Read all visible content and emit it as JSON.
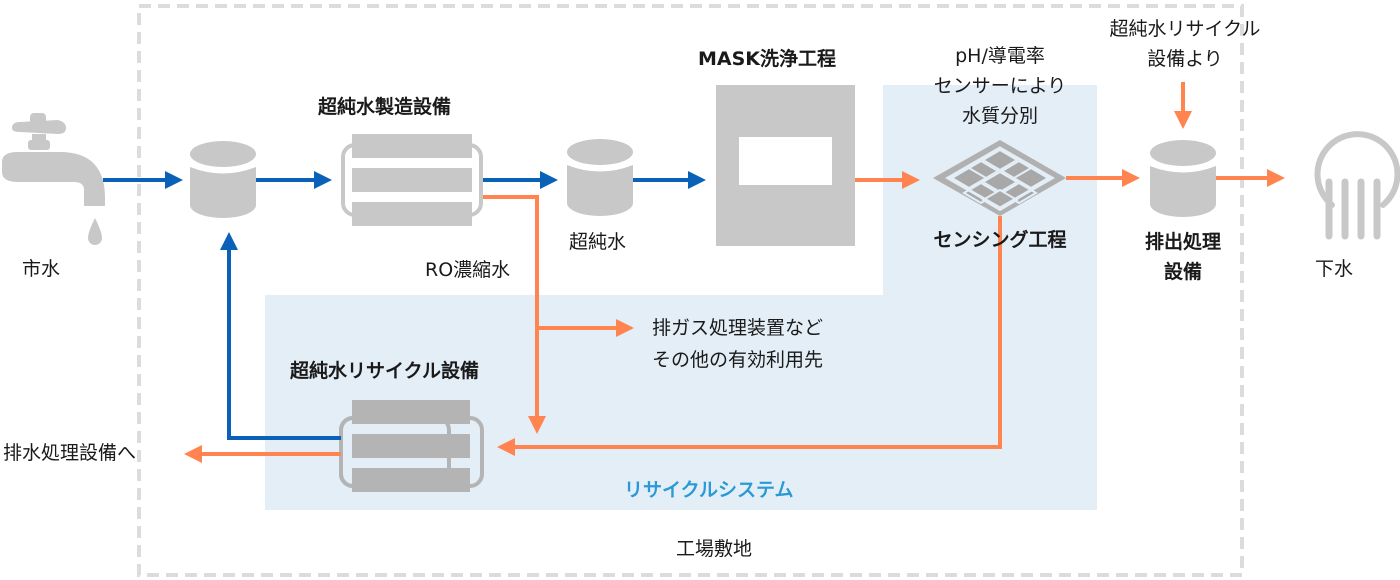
{
  "colors": {
    "clean_water_flow": "#0a62b8",
    "wastewater_flow": "#ff8450",
    "equipment": "#c8c8c8",
    "recycle_zone": "#e4eef7",
    "site_boundary": "#dcdcdc",
    "recycle_label": "#2a9ad6"
  },
  "labels": {
    "city_water": "市水",
    "upw_production": "超純水製造設備",
    "ro_concentrate": "RO濃縮水",
    "ultrapure_water": "超純水",
    "mask_cleaning": "MASK洗浄工程",
    "sensor_line1": "pH/導電率",
    "sensor_line2": "センサーにより",
    "sensor_line3": "水質分別",
    "sensing_process": "センシング工程",
    "from_recycle_line1": "超純水リサイクル",
    "from_recycle_line2": "設備より",
    "discharge_line1": "排出処理",
    "discharge_line2": "設備",
    "sewer": "下水",
    "other_use_line1": "排ガス処理装置など",
    "other_use_line2": "その他の有効利用先",
    "upw_recycle": "超純水リサイクル設備",
    "to_wastewater": "排水処理設備へ",
    "recycle_system": "リサイクルシステム",
    "factory_site": "工場敷地"
  },
  "icons": {
    "faucet": "faucet-icon",
    "tank": "tank-icon",
    "filter": "filter-unit-icon",
    "sensor": "sensor-grid-icon",
    "sewer": "sewer-drain-icon"
  }
}
